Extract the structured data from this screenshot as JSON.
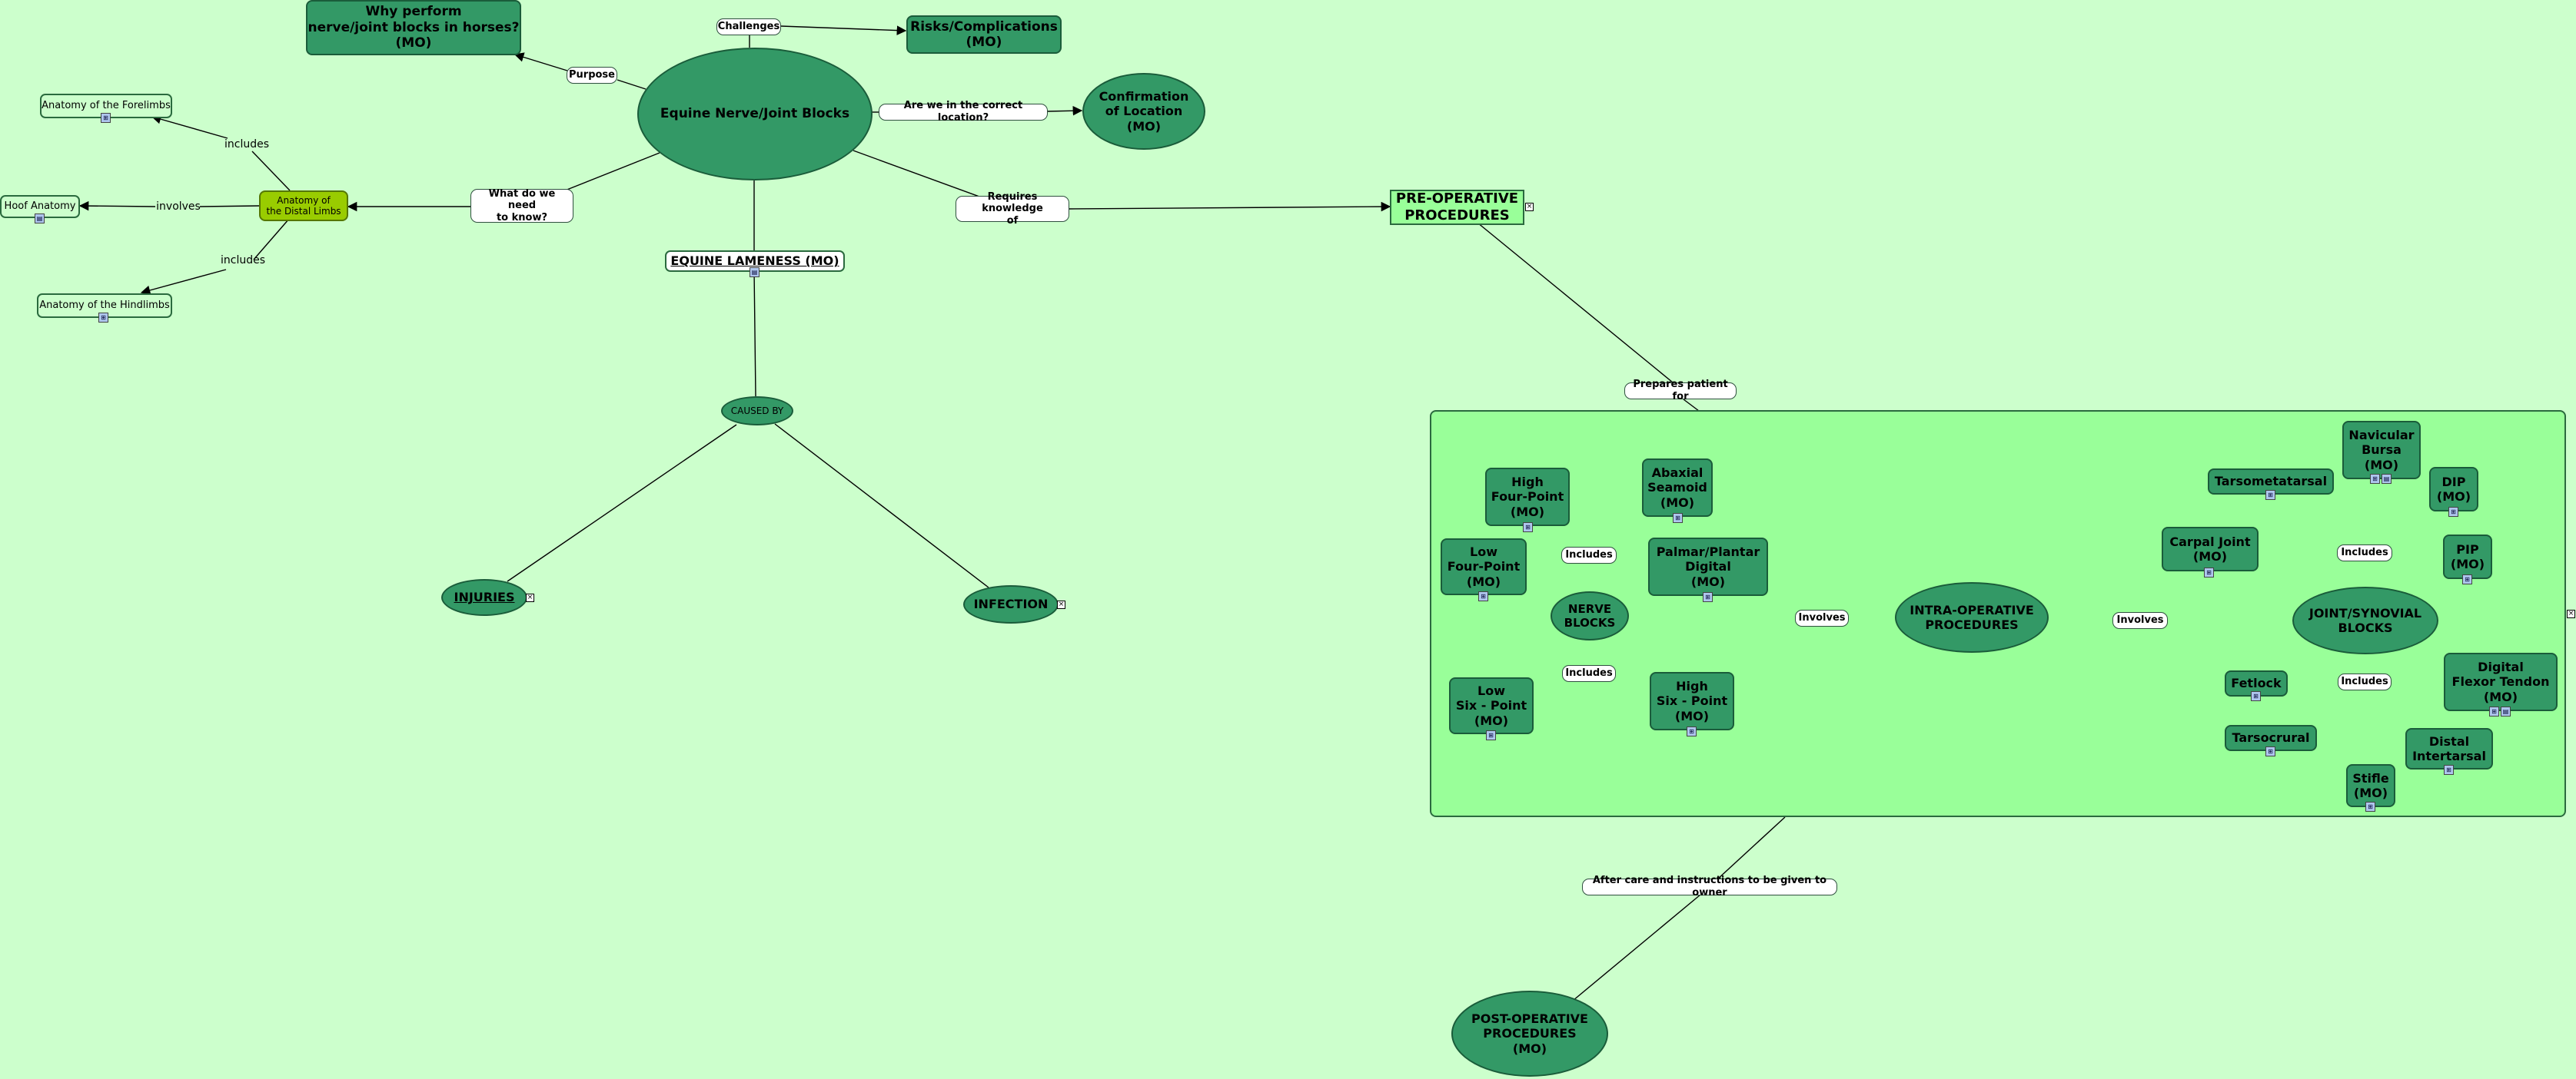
{
  "colors": {
    "background": "#ccffcc",
    "concept": "#339966",
    "group": "#99ff99",
    "highlight": "#99cc00",
    "preop": "#99ff99"
  },
  "nodes": {
    "main": "Equine Nerve/Joint Blocks",
    "why": "Why perform\nnerve/joint blocks in horses?\n(MO)",
    "risks": "Risks/Complications\n(MO)",
    "confirm": "Confirmation\nof Location\n(MO)",
    "lameness": "EQUINE LAMENESS (MO)",
    "caused_by": "CAUSED BY",
    "injuries": "INJURIES",
    "infection": "INFECTION",
    "distal": "Anatomy of\nthe Distal Limbs",
    "forelimbs": "Anatomy of the Forelimbs",
    "hoof": "Hoof Anatomy",
    "hindlimbs": "Anatomy of the Hindlimbs",
    "preop": "PRE-OPERATIVE\nPROCEDURES",
    "intraop": "INTRA-OPERATIVE\nPROCEDURES",
    "nerve_blocks": "NERVE\nBLOCKS",
    "joint_blocks": "JOINT/SYNOVIAL\nBLOCKS",
    "high_four": "High\nFour-Point\n(MO)",
    "abaxial": "Abaxial\nSeamoid\n(MO)",
    "low_four": "Low\nFour-Point\n(MO)",
    "palmar": "Palmar/Plantar\nDigital\n(MO)",
    "low_six": "Low\nSix - Point\n(MO)",
    "high_six": "High\nSix - Point\n(MO)",
    "navicular": "Navicular\nBursa\n(MO)",
    "tarsometatarsal": "Tarsometatarsal",
    "dip": "DIP\n(MO)",
    "carpal": "Carpal Joint\n(MO)",
    "pip": "PIP\n(MO)",
    "fetlock": "Fetlock",
    "digital_flexor": "Digital\nFlexor Tendon\n(MO)",
    "tarsocrural": "Tarsocrural",
    "distal_intertarsal": "Distal\nIntertarsal",
    "stifle": "Stifle\n(MO)",
    "postop": "POST-OPERATIVE\nPROCEDURES\n(MO)"
  },
  "links": {
    "challenges": "Challenges",
    "purpose": "Purpose",
    "correct_location": "Are we in the correct location?",
    "need_to_know": "What do we need\nto know?",
    "requires": "Requires knowledge\nof",
    "includes_fore": "includes",
    "involves_hoof": "involves",
    "includes_hind": "includes",
    "prepares": "Prepares patient for",
    "involves_nerve": "Involves",
    "involves_joint": "Involves",
    "includes_nerve_top": "Includes",
    "includes_nerve_bottom": "Includes",
    "includes_joint_top": "Includes",
    "includes_joint_bottom": "Includes",
    "after_care": "After care and instructions to be given to owner"
  }
}
